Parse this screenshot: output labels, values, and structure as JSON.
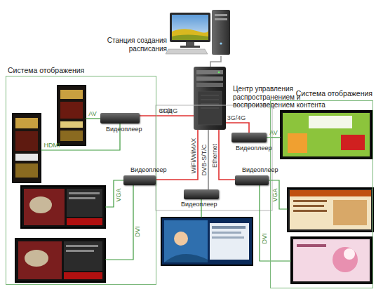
{
  "diagram": {
    "nodes": [
      {
        "text": [
          "Станция создания расписания"
        ]
      },
      {
        "text": [
          "Центр управления распространением и воспроизведением контента"
        ]
      },
      {
        "text": [
          "Система отображения"
        ]
      },
      {
        "text": [
          "Система отображения"
        ]
      },
      {
        "text": [
          "Видеоплеер"
        ],
        "in": 2
      },
      {
        "text": [
          "Видеоплеер"
        ]
      },
      {
        "text": [
          "Видеоплеер"
        ],
        "in": 2
      },
      {
        "text": [
          "Видеоплеер"
        ]
      },
      {
        "text": [
          "Видеоплеер"
        ]
      }
    ],
    "edges": [
      {
        "from": 0,
        "to": 1,
        "arrow": "none"
      },
      {
        "from": 1,
        "to": 4,
        "label": "3G/4G",
        "arrow": "none"
      },
      {
        "from": 1,
        "to": 5,
        "label": "3G/4G",
        "arrow": "none"
      },
      {
        "from": 1,
        "to": 6,
        "label": "WiFi/WiMAX",
        "arrow": "none"
      },
      {
        "from": 1,
        "to": 7,
        "label": "DVB-S/T/C",
        "arrow": "none"
      },
      {
        "from": 1,
        "to": 8,
        "label": "Ethernet",
        "arrow": "none"
      }
    ],
    "labels": [
      "СПД",
      "AV",
      "HDMI",
      "VGA",
      "DVI",
      "AV",
      "VGA",
      "DVI"
    ]
  }
}
